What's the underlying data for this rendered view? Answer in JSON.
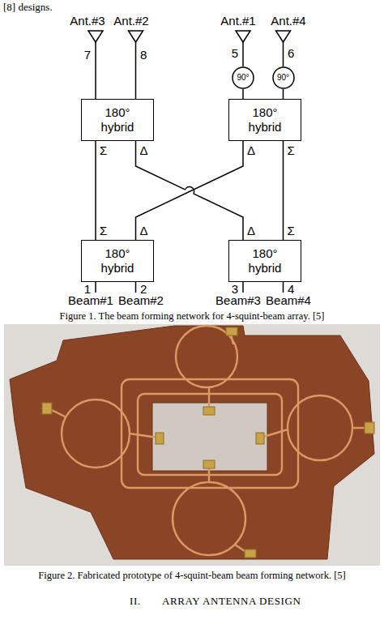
{
  "diagram": {
    "nodes": [
      {
        "text": [
          "90°"
        ]
      },
      {
        "text": [
          "90°"
        ]
      },
      {
        "text": [
          "180° hybrid"
        ]
      },
      {
        "text": [
          "180° hybrid"
        ]
      },
      {
        "text": [
          "180° hybrid"
        ]
      },
      {
        "text": [
          "180° hybrid"
        ]
      }
    ],
    "edges": [
      {
        "from": 3,
        "to": 0,
        "arrow": "none"
      },
      {
        "from": 3,
        "to": 1,
        "arrow": "none"
      },
      {
        "from": 4,
        "to": 2,
        "arrow": "none"
      },
      {
        "from": 4,
        "to": 3,
        "arrow": "none"
      },
      {
        "from": 5,
        "to": 2,
        "arrow": "none"
      },
      {
        "from": 5,
        "to": 3,
        "arrow": "none"
      }
    ],
    "labels": [
      "[8] designs.",
      "Ant.#3",
      "Ant.#2",
      "Ant.#1",
      "Ant.#4",
      "7",
      "8",
      "5",
      "6",
      "Σ",
      "Δ",
      "Δ",
      "Σ",
      "Σ",
      "Δ",
      "Δ",
      "Σ",
      "1",
      "2",
      "3",
      "4",
      "Beam#1",
      "Beam#2",
      "Beam#3",
      "Beam#4",
      "Figure 1. The beam forming network for 4-squint-beam array. [5]",
      "Figure 2. Fabricated prototype of 4-squint-beam beam forming network. [5]",
      "II.",
      "ARRAY ANTENNA DESIGN"
    ]
  }
}
